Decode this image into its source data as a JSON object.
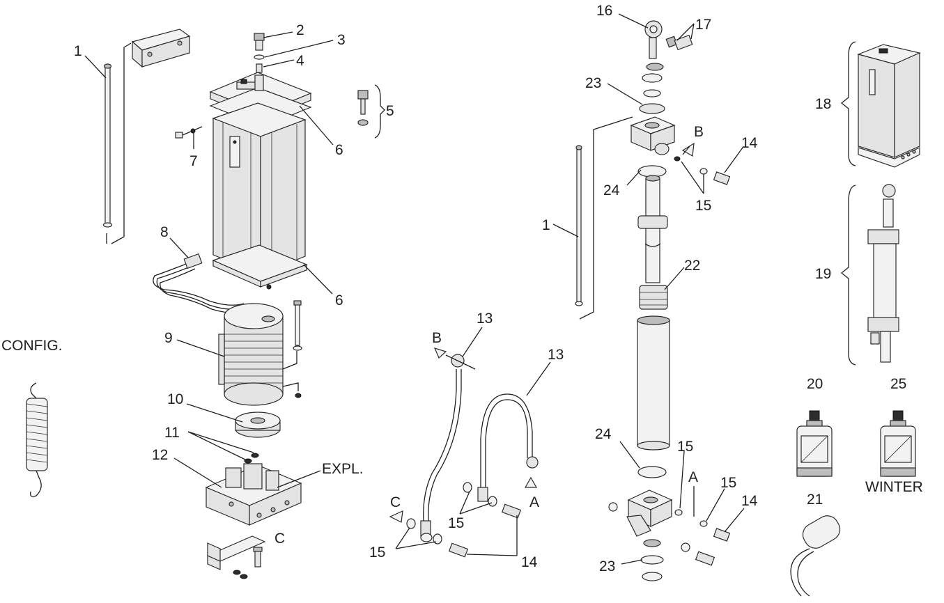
{
  "callouts": {
    "n1": "1",
    "n1b": "1",
    "n2": "2",
    "n3": "3",
    "n4": "4",
    "n5": "5",
    "n6a": "6",
    "n6b": "6",
    "n7": "7",
    "n8": "8",
    "n9": "9",
    "n10": "10",
    "n11": "11",
    "n12": "12",
    "n13a": "13",
    "n13b": "13",
    "n14a": "14",
    "n14b": "14",
    "n14c": "14",
    "n15a": "15",
    "n15b": "15",
    "n15c": "15",
    "n15d": "15",
    "n15e": "15",
    "n16": "16",
    "n17": "17",
    "n18": "18",
    "n19": "19",
    "n20": "20",
    "n21": "21",
    "n22": "22",
    "n23a": "23",
    "n23b": "23",
    "n24a": "24",
    "n24b": "24",
    "n25": "25"
  },
  "labels": {
    "config": "CONFIG.",
    "expl": "EXPL.",
    "winter": "WINTER",
    "port_a1": "A",
    "port_a2": "A",
    "port_b1": "B",
    "port_b2": "B",
    "port_c1": "C",
    "port_c2": "C"
  }
}
